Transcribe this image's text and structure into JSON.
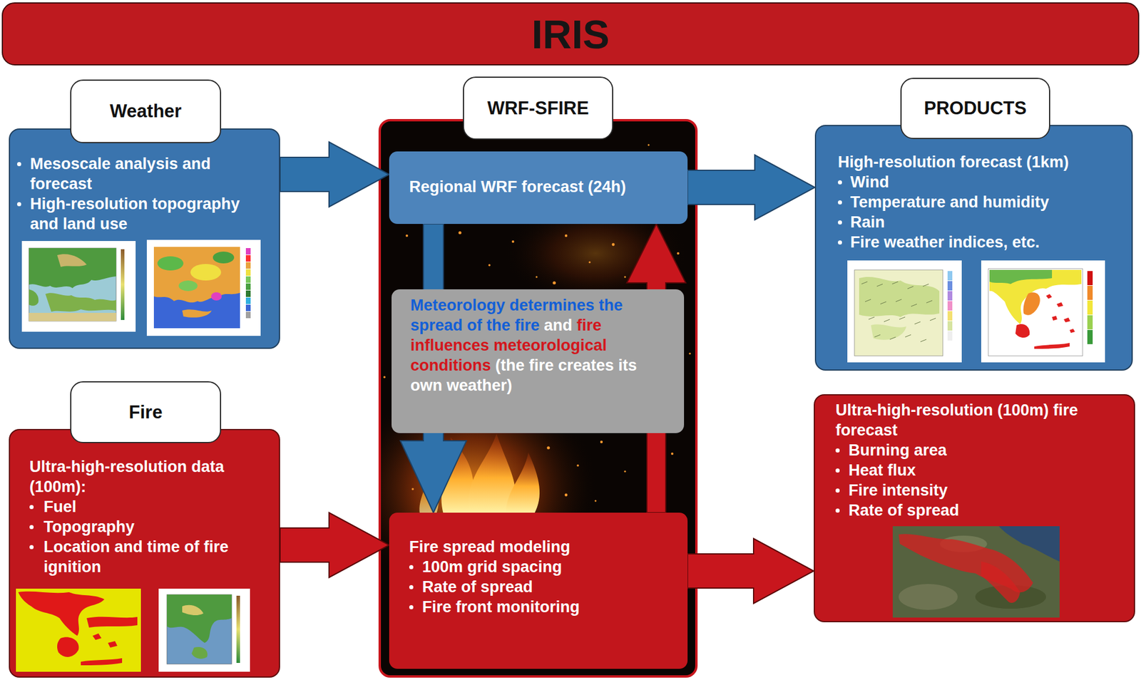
{
  "diagram": {
    "title": "IRIS",
    "nodes": [
      {
        "text": [
          "Weather",
          "Mesoscale analysis and forecast",
          "High-resolution topography and land use"
        ]
      },
      {
        "text": [
          "WRF-SFIRE"
        ]
      },
      {
        "text": [
          "Regional WRF forecast (24h)"
        ],
        "in": 1
      },
      {
        "text": [
          "Meteorology determines the spread of the fire",
          "and",
          "fire influences meteorological conditions",
          "(the fire creates its own weather)"
        ],
        "in": 1
      },
      {
        "text": [
          "Fire spread modeling",
          "100m grid spacing",
          "Rate of spread",
          "Fire front monitoring"
        ],
        "in": 1
      },
      {
        "text": [
          "PRODUCTS",
          "High-resolution forecast (1km)",
          "Wind",
          "Temperature and humidity",
          "Rain",
          "Fire weather indices, etc."
        ]
      },
      {
        "text": [
          "Fire",
          "Ultra-high-resolution data (100m):",
          "Fuel",
          "Topography",
          "Location and time of fire ignition"
        ]
      },
      {
        "text": [
          "Ultra-high-resolution (100m) fire forecast",
          "Burning area",
          "Heat flux",
          "Fire intensity",
          "Rate of spread"
        ]
      }
    ],
    "edges": [
      {
        "from": 0,
        "to": 2,
        "arrow": "to"
      },
      {
        "from": 2,
        "to": 5,
        "arrow": "to"
      },
      {
        "from": 2,
        "to": 4,
        "arrow": "to"
      },
      {
        "from": 4,
        "to": 2,
        "arrow": "to"
      },
      {
        "from": 6,
        "to": 4,
        "arrow": "to"
      },
      {
        "from": 4,
        "to": 7,
        "arrow": "to"
      }
    ]
  }
}
